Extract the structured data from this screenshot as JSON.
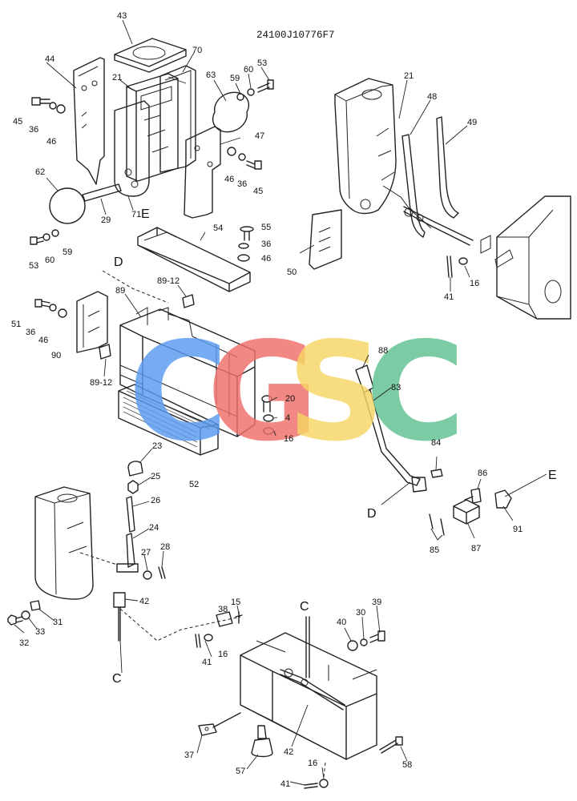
{
  "drawing_code": "24100J10776F7",
  "watermark": {
    "letters": [
      {
        "char": "C",
        "color": "#5b9bf0"
      },
      {
        "char": "G",
        "color": "#ee6f6a"
      },
      {
        "char": "S",
        "color": "#f6d663"
      },
      {
        "char": "C",
        "color": "#5fc291"
      }
    ]
  },
  "reference_letters": {
    "d_upper": "D",
    "e_upper": "E",
    "d_lower": "D",
    "e_lower": "E",
    "c_lower_left": "C",
    "c_lower_right": "C"
  },
  "part_labels": {
    "l43": "43",
    "l44": "44",
    "l70": "70",
    "l21a": "21",
    "l63": "63",
    "l59a": "59",
    "l60a": "60",
    "l53a": "53",
    "l45a": "45",
    "l36a": "36",
    "l46a": "46",
    "l47": "47",
    "l46b": "46",
    "l36b": "36",
    "l45b": "45",
    "l62": "62",
    "l29": "29",
    "l71": "71",
    "l53b": "53",
    "l60b": "60",
    "l59b": "59",
    "l54": "54",
    "l55": "55",
    "l36c": "36",
    "l46c": "46",
    "l21b": "21",
    "l48": "48",
    "l49": "49",
    "l50": "50",
    "l16a": "16",
    "l41a": "41",
    "l89": "89",
    "l89_12a": "89-12",
    "l51": "51",
    "l36d": "36",
    "l46d": "46",
    "l90": "90",
    "l89_12b": "89-12",
    "l20": "20",
    "l4": "4",
    "l16b": "16",
    "l88": "88",
    "l83": "83",
    "l84": "84",
    "l86": "86",
    "l91": "91",
    "l85": "85",
    "l87": "87",
    "l23": "23",
    "l52": "52",
    "l25": "25",
    "l26": "26",
    "l24": "24",
    "l27": "27",
    "l28": "28",
    "l42a": "42",
    "l31": "31",
    "l32": "32",
    "l33": "33",
    "l15": "15",
    "l38": "38",
    "l39": "39",
    "l40": "40",
    "l30": "30",
    "l41b": "41",
    "l16c": "16",
    "l37": "37",
    "l42b": "42",
    "l57": "57",
    "l58": "58",
    "l16d": "16",
    "l41c": "41"
  }
}
